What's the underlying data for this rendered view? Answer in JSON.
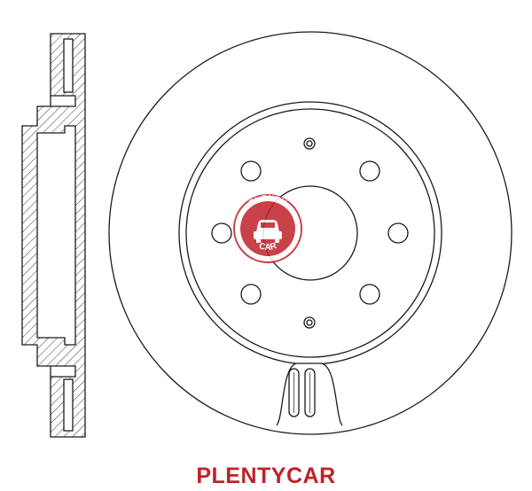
{
  "brand": {
    "name": "PLENTYCAR",
    "logo_top_text": "PLENTY",
    "logo_bottom_text": "CAR",
    "logo_icon": "car-icon",
    "color": "#c0222a"
  },
  "drawing": {
    "subject": "brake disc technical drawing",
    "views": [
      "side-section-view",
      "front-view"
    ],
    "line_color": "#1a1a1a"
  }
}
